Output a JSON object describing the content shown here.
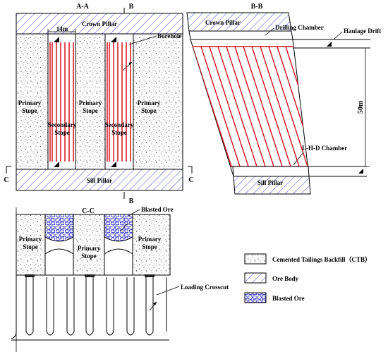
{
  "colors": {
    "outline": "#000000",
    "hatch": "#3b4bd6",
    "drill_lines": "#d8101e",
    "blasted_ore": "#3a3ad8",
    "backfill_speckle": "#444444"
  },
  "section_aa": {
    "title": "A-A",
    "cut_marker_top": "B",
    "cut_marker_bottom": "B",
    "cut_marker_left": "C",
    "cut_marker_right": "C",
    "crown_pillar": "Crown Pillar",
    "sill_pillar": "Sill Pillar",
    "width_dimension": "14m",
    "borehole": "Borehole",
    "primary_stope_line1": "Primary",
    "primary_stope_line2": "Stope",
    "secondary_stope_line1": "Secondary",
    "secondary_stope_line2": "Stope"
  },
  "section_bb": {
    "title": "B-B",
    "crown_pillar": "Crown Pillar",
    "sill_pillar": "Sill Pillar",
    "drilling_chamber": "Drilling Chamber",
    "haulage_drift": "Haulage Drift",
    "height_dimension": "50m",
    "lhd_chamber": "L-H-D Chamber"
  },
  "section_cc": {
    "title": "C-C",
    "blasted_ore": "Blasted Ore",
    "primary_stope_line1": "Primary",
    "primary_stope_line2": "Stope",
    "loading_crosscut": "Loading Crosscut"
  },
  "legend": {
    "items": [
      {
        "label": "Cemented Tailings Backfill（CTB）",
        "icon": "backfill-swatch"
      },
      {
        "label": "Ore Body",
        "icon": "hatch-swatch"
      },
      {
        "label": "Blasted Ore",
        "icon": "blasted-ore-swatch"
      }
    ]
  }
}
